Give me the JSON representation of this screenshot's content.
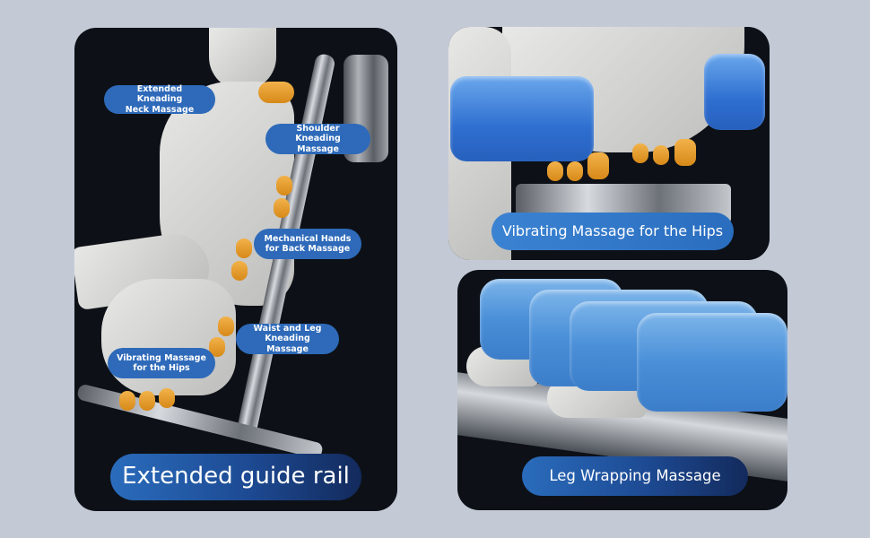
{
  "panels": {
    "left": {
      "labels": [
        {
          "line1": "Extended Kneading",
          "line2": "Neck Massage"
        },
        {
          "line1": "Shoulder",
          "line2": "Kneading Massage"
        },
        {
          "line1": "Mechanical  Hands",
          "line2": "for Back Massage"
        },
        {
          "line1": "Waist and Leg",
          "line2": "Kneading Massage"
        },
        {
          "line1": "Vibrating Massage",
          "line2": "for the Hips"
        }
      ],
      "caption": "Extended guide rail"
    },
    "top_right": {
      "caption": "Vibrating Massage for the Hips"
    },
    "bottom_right": {
      "caption": "Leg Wrapping Massage"
    }
  },
  "colors": {
    "background": "#c3cad6",
    "panel": "#0d1117",
    "label_blue": "#2e6ab9",
    "roller_orange": "#e89c2a",
    "cushion_blue": "#3b7dd0"
  }
}
